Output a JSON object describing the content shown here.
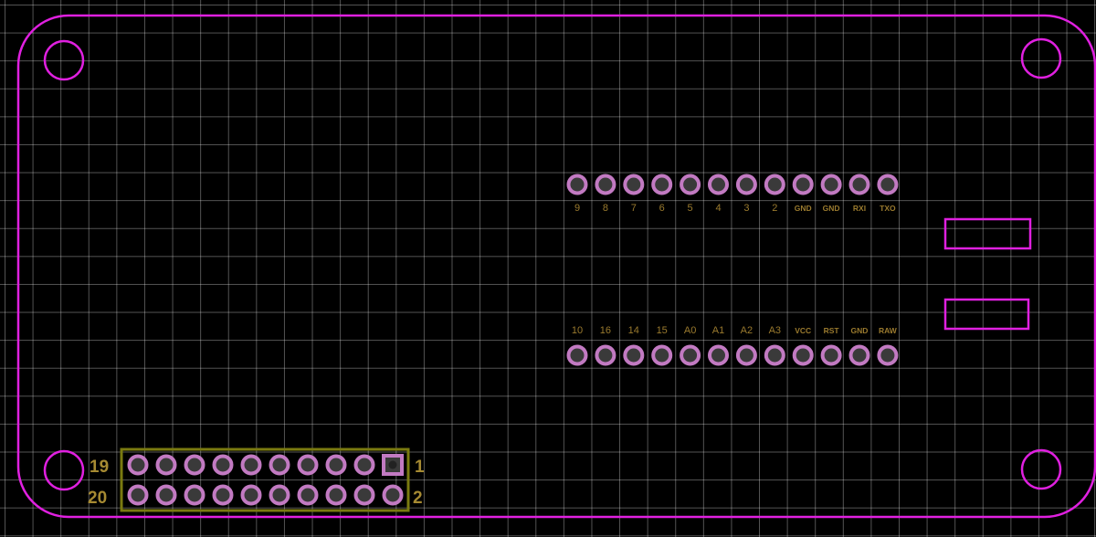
{
  "colors": {
    "outline": "#e020e0",
    "grid": "#555555",
    "pad_ring": "#c27ac2",
    "pad_hole": "#3a3a3a",
    "silk": "#9a7a2e",
    "header_box": "#7a7a10"
  },
  "top_row_labels": [
    "9",
    "8",
    "7",
    "6",
    "5",
    "4",
    "3",
    "2",
    "GND",
    "GND",
    "RXI",
    "TXO"
  ],
  "bottom_row_labels": [
    "10",
    "16",
    "14",
    "15",
    "A0",
    "A1",
    "A2",
    "A3",
    "VCC",
    "RST",
    "GND",
    "RAW"
  ],
  "header": {
    "label_top_left": "19",
    "label_bottom_left": "20",
    "label_top_right": "1",
    "label_bottom_right": "2",
    "columns": 10
  }
}
